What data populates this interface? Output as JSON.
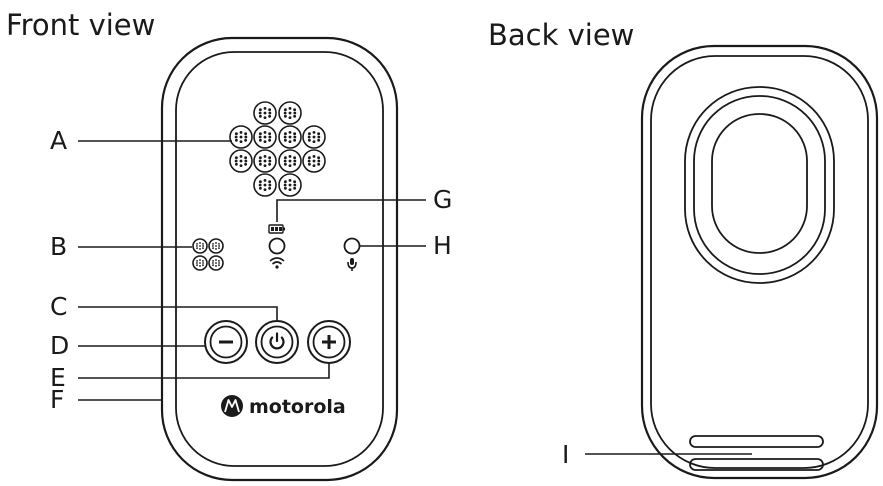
{
  "front": {
    "title": "Front view",
    "brand": "motorola",
    "callouts": [
      "A",
      "B",
      "C",
      "D",
      "E",
      "F",
      "G",
      "H"
    ]
  },
  "back": {
    "title": "Back view",
    "callouts": [
      "I"
    ]
  },
  "icons": {
    "speaker": "speaker-grille-icon",
    "mic": "microphone-icon",
    "battery": "battery-icon",
    "wifi": "wifi-icon",
    "power": "power-icon",
    "minus": "minus-icon",
    "plus": "plus-icon",
    "logo": "motorola-logo-icon"
  }
}
